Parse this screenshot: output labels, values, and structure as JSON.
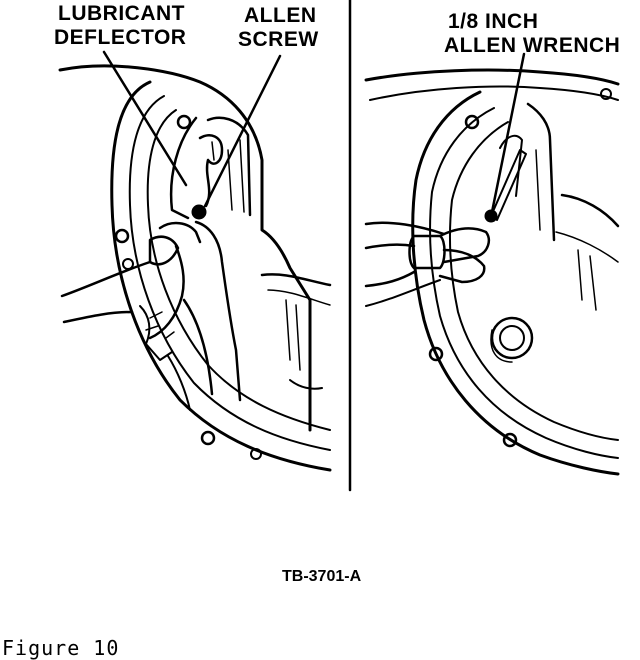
{
  "callouts": {
    "left_panel": {
      "lubricant_deflector": [
        "LUBRICANT",
        "DEFLECTOR"
      ],
      "allen_screw": [
        "ALLEN",
        "SCREW"
      ]
    },
    "right_panel": {
      "allen_wrench": [
        "1/8 INCH",
        "ALLEN WRENCH"
      ]
    }
  },
  "tb_number": "TB-3701-A",
  "figure_caption": "Figure 10"
}
